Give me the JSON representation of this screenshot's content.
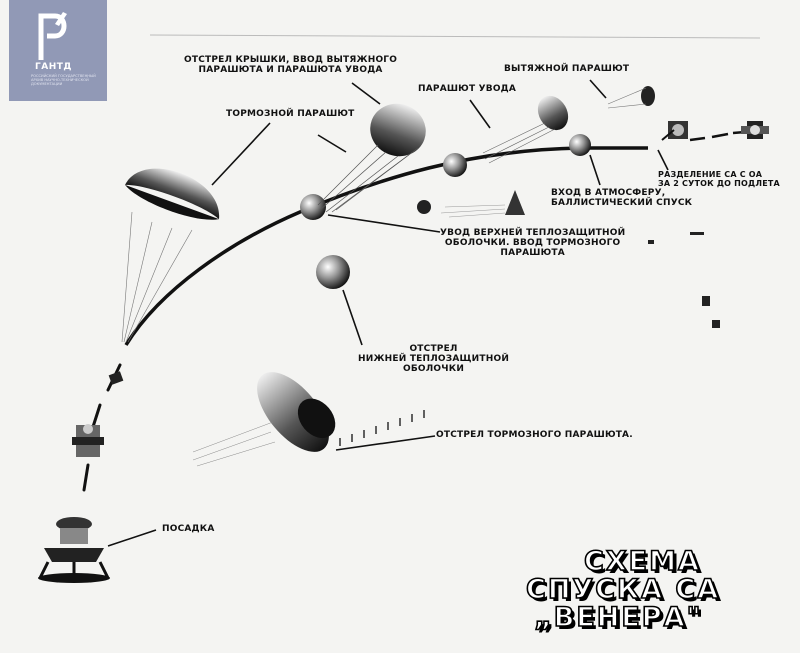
{
  "logo": {
    "name": "ГАНТД",
    "subtitle": "Российский государственный архив научно-технической документации"
  },
  "labels": {
    "l1": [
      "Отстрел крышки, ввод вытяжного",
      "парашюта и парашюта увода"
    ],
    "l2": [
      "Парашют увода"
    ],
    "l3": [
      "Вытяжной парашют"
    ],
    "l4": [
      "Тормозной парашют"
    ],
    "l5": [
      "Разделение СА с ОА",
      "за 2 суток до подлета"
    ],
    "l6": [
      "Вход в атмосферу,",
      "баллистический спуск"
    ],
    "l7": [
      "Увод верхней теплозащитной",
      "оболочки. Ввод тормозного",
      "парашюта"
    ],
    "l8": [
      "Отстрел",
      "нижней теплозащитной",
      "оболочки"
    ],
    "l9": [
      "Отстрел тормозного парашюта."
    ],
    "l10": [
      "Посадка"
    ]
  },
  "title": {
    "line1": "СХЕМА",
    "line2": "СПУСКА СА",
    "line3": "„ВЕНЕРА\""
  },
  "colors": {
    "background": "#f4f4f2",
    "ink": "#111111",
    "logo_bg": "#9199b6"
  }
}
